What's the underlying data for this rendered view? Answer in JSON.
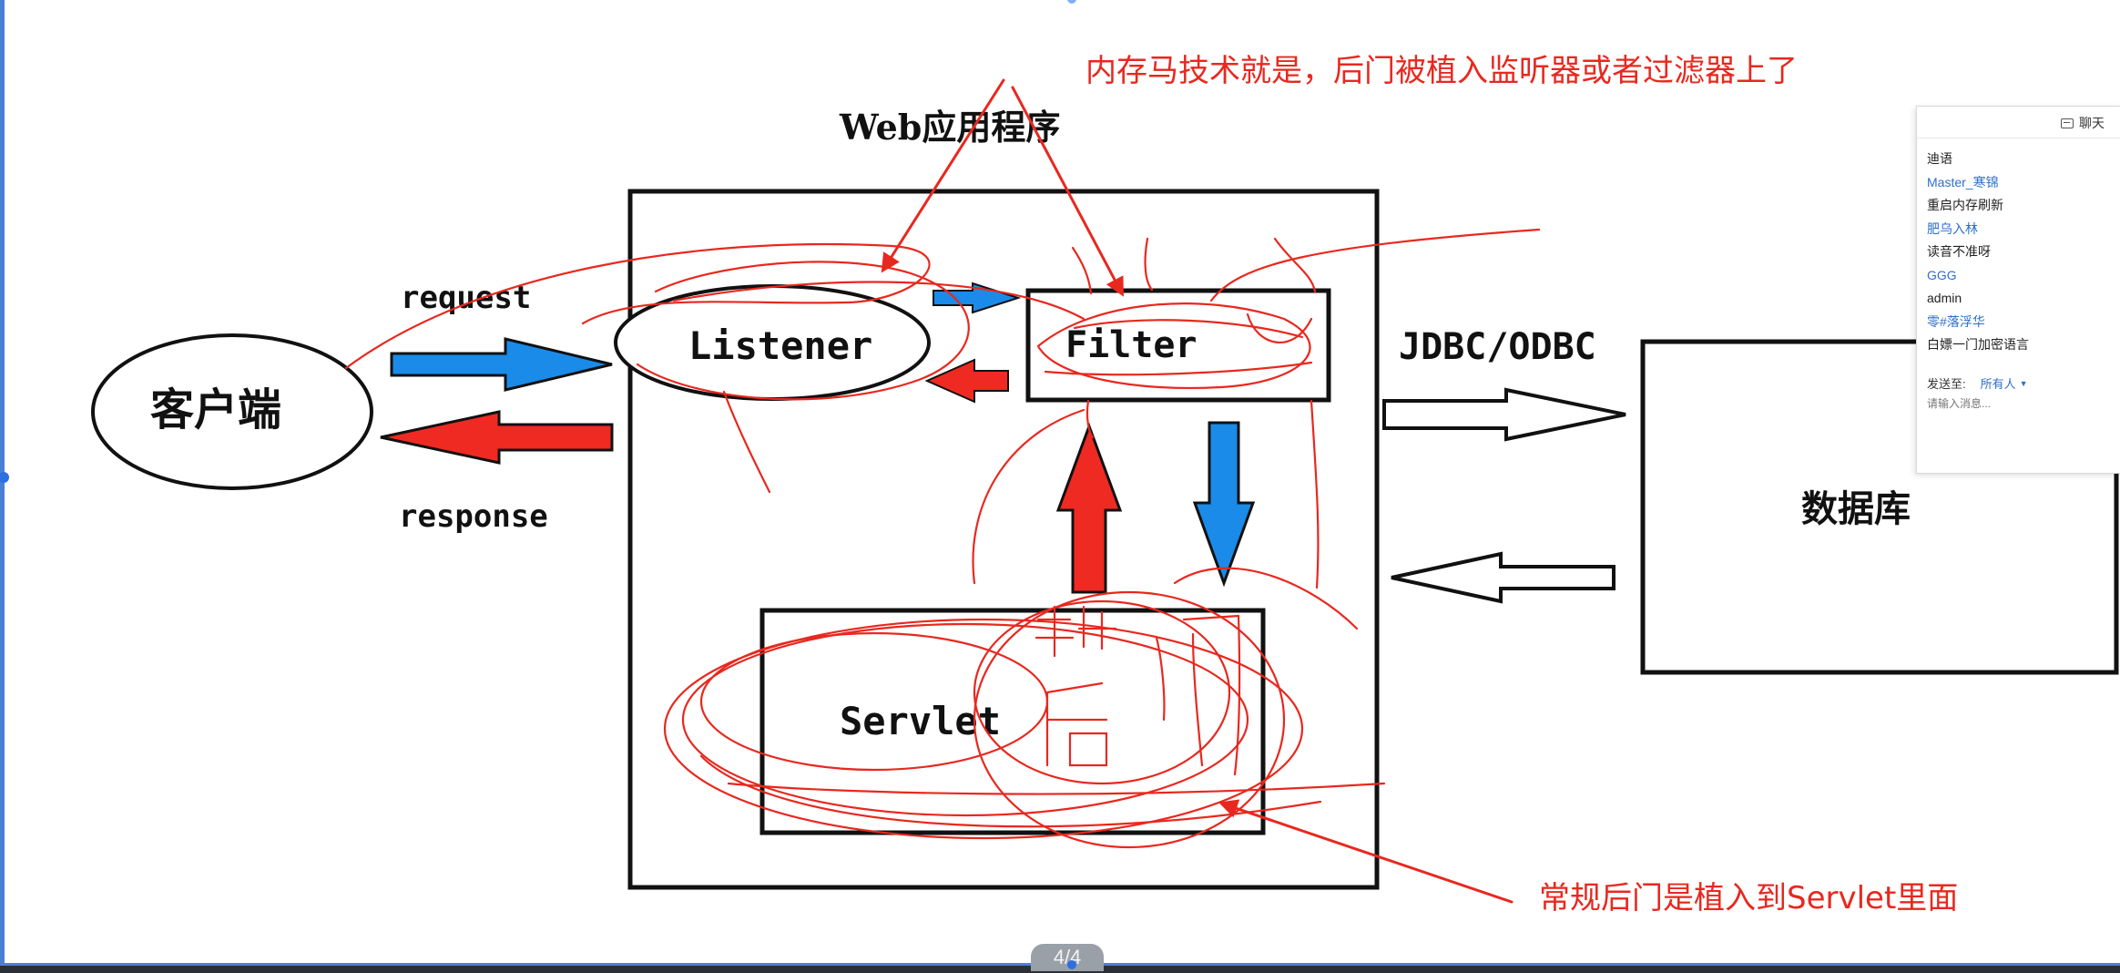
{
  "slide": {
    "title": "Web应用程序",
    "page_indicator": "4/4"
  },
  "diagram": {
    "client_label": "客户端",
    "request_label": "request",
    "response_label": "response",
    "listener_label": "Listener",
    "filter_label": "Filter",
    "servlet_label": "Servlet",
    "jdbc_label": "JDBC/ODBC",
    "database_label": "数据库"
  },
  "annotations": {
    "top_note": "内存马技术就是，后门被植入监听器或者过滤器上了",
    "bottom_note": "常规后门是植入到Servlet里面",
    "handwritten": "植后门",
    "color": "#e8281f"
  },
  "colors": {
    "request_arrow": "#1a8be8",
    "response_arrow": "#ef2a22",
    "annotation_red": "#e8281f"
  },
  "chat": {
    "title": "聊天",
    "icon": "chat-bubble-icon",
    "messages": [
      {
        "kind": "text",
        "content": "迪语"
      },
      {
        "kind": "user",
        "content": "Master_寒锦"
      },
      {
        "kind": "text",
        "content": "重启内存刷新"
      },
      {
        "kind": "user",
        "content": "肥乌入林"
      },
      {
        "kind": "text",
        "content": "读音不准呀"
      },
      {
        "kind": "user",
        "content": "GGG"
      },
      {
        "kind": "text",
        "content": "admin"
      },
      {
        "kind": "user",
        "content": "零#落浮华"
      },
      {
        "kind": "text",
        "content": "白嫖一门加密语言"
      }
    ],
    "send_to_label": "发送至:",
    "send_to_value": "所有人",
    "input_placeholder": "请输入消息..."
  }
}
